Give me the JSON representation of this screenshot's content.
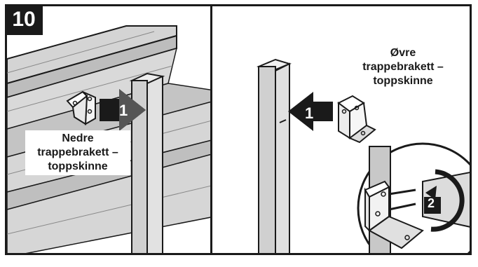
{
  "step_number": "10",
  "left_panel": {
    "label_lines": [
      "Nedre",
      "trappebrakett –",
      "toppskinne"
    ],
    "arrow_number": "1"
  },
  "right_panel": {
    "label_lines": [
      "Øvre",
      "trappebrakett –",
      "toppskinne"
    ],
    "arrow_number": "1",
    "detail_arrow_number": "2"
  },
  "colors": {
    "outline": "#1a1a1a",
    "deck_gray": "#c8c8c8",
    "post_gray": "#cfcfcf",
    "arrow_fill": "#1a1a1a"
  }
}
